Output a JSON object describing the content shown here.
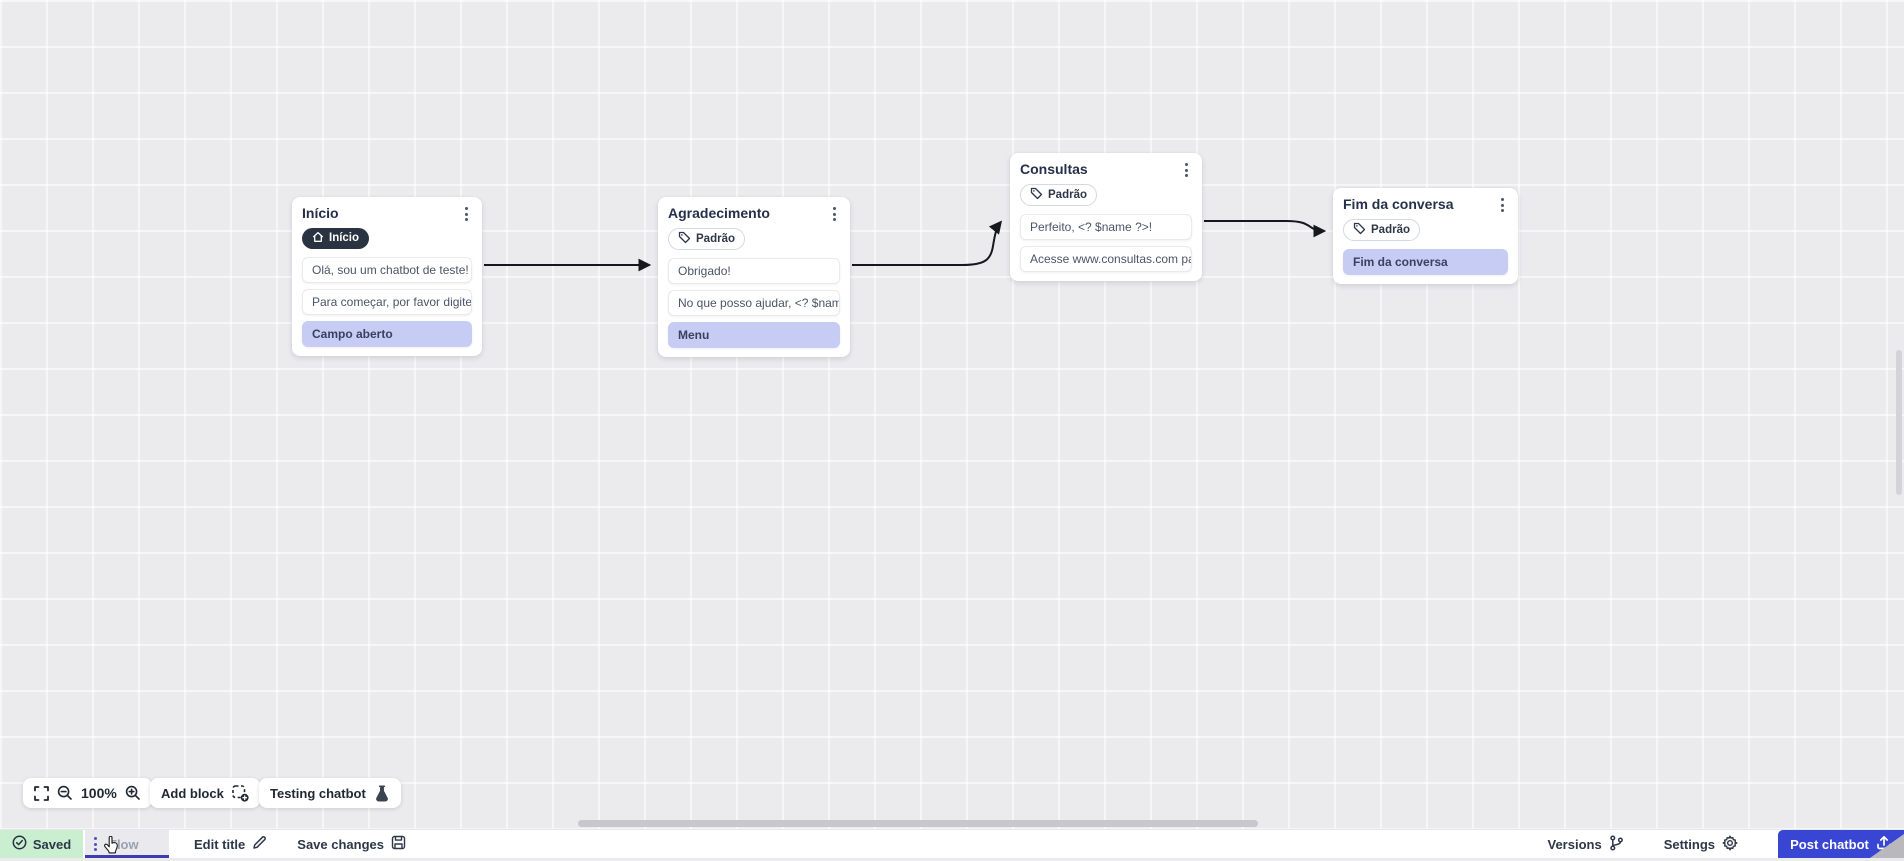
{
  "canvas": {
    "nodes": [
      {
        "title": "Início",
        "badge": {
          "style": "start",
          "icon": "home-icon",
          "label": "Início"
        },
        "blocks": [
          {
            "type": "text",
            "text": "Olá, sou um chatbot de teste!"
          },
          {
            "type": "text",
            "text": "Para começar, por favor digite o ..."
          },
          {
            "type": "action",
            "text": "Campo aberto"
          }
        ]
      },
      {
        "title": "Agradecimento",
        "badge": {
          "style": "default",
          "icon": "tag-icon",
          "label": "Padrão"
        },
        "blocks": [
          {
            "type": "text",
            "text": "Obrigado!"
          },
          {
            "type": "text",
            "text": "No que posso ajudar, <? $name ..."
          },
          {
            "type": "action",
            "text": "Menu"
          }
        ]
      },
      {
        "title": "Consultas",
        "badge": {
          "style": "default",
          "icon": "tag-icon",
          "label": "Padrão"
        },
        "blocks": [
          {
            "type": "text",
            "text": "Perfeito, <? $name ?>!"
          },
          {
            "type": "text",
            "text": "Acesse www.consultas.com par..."
          }
        ]
      },
      {
        "title": "Fim da conversa",
        "badge": {
          "style": "default",
          "icon": "tag-icon",
          "label": "Padrão"
        },
        "blocks": [
          {
            "type": "action",
            "text": "Fim da conversa"
          }
        ]
      }
    ],
    "connections": [
      {
        "from": "Início",
        "to": "Agradecimento"
      },
      {
        "from": "Agradecimento",
        "to": "Consultas"
      },
      {
        "from": "Consultas",
        "to": "Fim da conversa"
      }
    ]
  },
  "toolbar": {
    "zoom_level": "100%",
    "add_block_label": "Add block",
    "testing_chatbot_label": "Testing chatbot"
  },
  "statusbar": {
    "saved_label": "Saved",
    "flow_tab_label": "Flow",
    "edit_title_label": "Edit title",
    "save_changes_label": "Save changes",
    "versions_label": "Versions",
    "settings_label": "Settings",
    "post_chatbot_label": "Post chatbot"
  },
  "icons": [
    "kebab-menu-icon",
    "home-icon",
    "tag-icon",
    "fullscreen-icon",
    "zoom-out-icon",
    "zoom-in-icon",
    "add-block-icon",
    "flask-icon",
    "check-circle-icon",
    "pencil-icon",
    "save-icon",
    "branch-icon",
    "gear-icon",
    "upload-icon",
    "hand-cursor-icon"
  ],
  "colors": {
    "accent_blue": "#3946d3",
    "active_tab_underline": "#3f3cb0",
    "saved_green_bg": "#c9eed0",
    "action_block_bg": "#c6ccf4",
    "badge_dark_bg": "#2a3342",
    "edge_stroke": "#16181d",
    "canvas_bg": "#ebebee"
  }
}
